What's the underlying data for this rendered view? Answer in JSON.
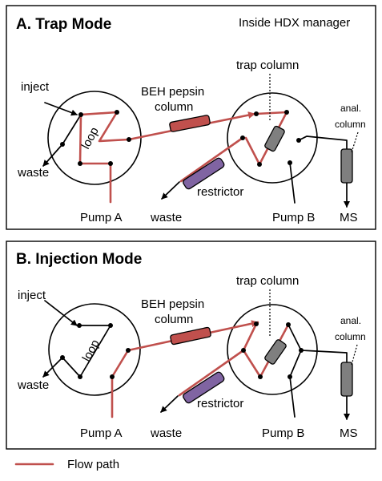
{
  "panel_a": {
    "title": "A. Trap Mode",
    "subtitle": "Inside HDX manager",
    "labels": {
      "inject": "inject",
      "waste_left": "waste",
      "loop": "loop",
      "pump_a": "Pump A",
      "beh_line1": "BEH pepsin",
      "beh_line2": "column",
      "trap_column": "trap column",
      "anal_line1": "anal.",
      "anal_line2": "column",
      "restrictor": "restrictor",
      "waste_bottom": "waste",
      "pump_b": "Pump B",
      "ms": "MS"
    }
  },
  "panel_b": {
    "title": "B. Injection Mode",
    "labels": {
      "inject": "inject",
      "waste_left": "waste",
      "loop": "loop",
      "pump_a": "Pump A",
      "beh_line1": "BEH pepsin",
      "beh_line2": "column",
      "trap_column": "trap column",
      "anal_line1": "anal.",
      "anal_line2": "column",
      "restrictor": "restrictor",
      "waste_bottom": "waste",
      "pump_b": "Pump B",
      "ms": "MS"
    }
  },
  "legend": {
    "label": "Flow path",
    "color": "#c0504d"
  },
  "colors": {
    "flow_path": "#c0504d",
    "pepsin_column": "#c0504d",
    "restrictor": "#8064a2",
    "trap_column": "#7f7f7f",
    "anal_column": "#7f7f7f"
  }
}
